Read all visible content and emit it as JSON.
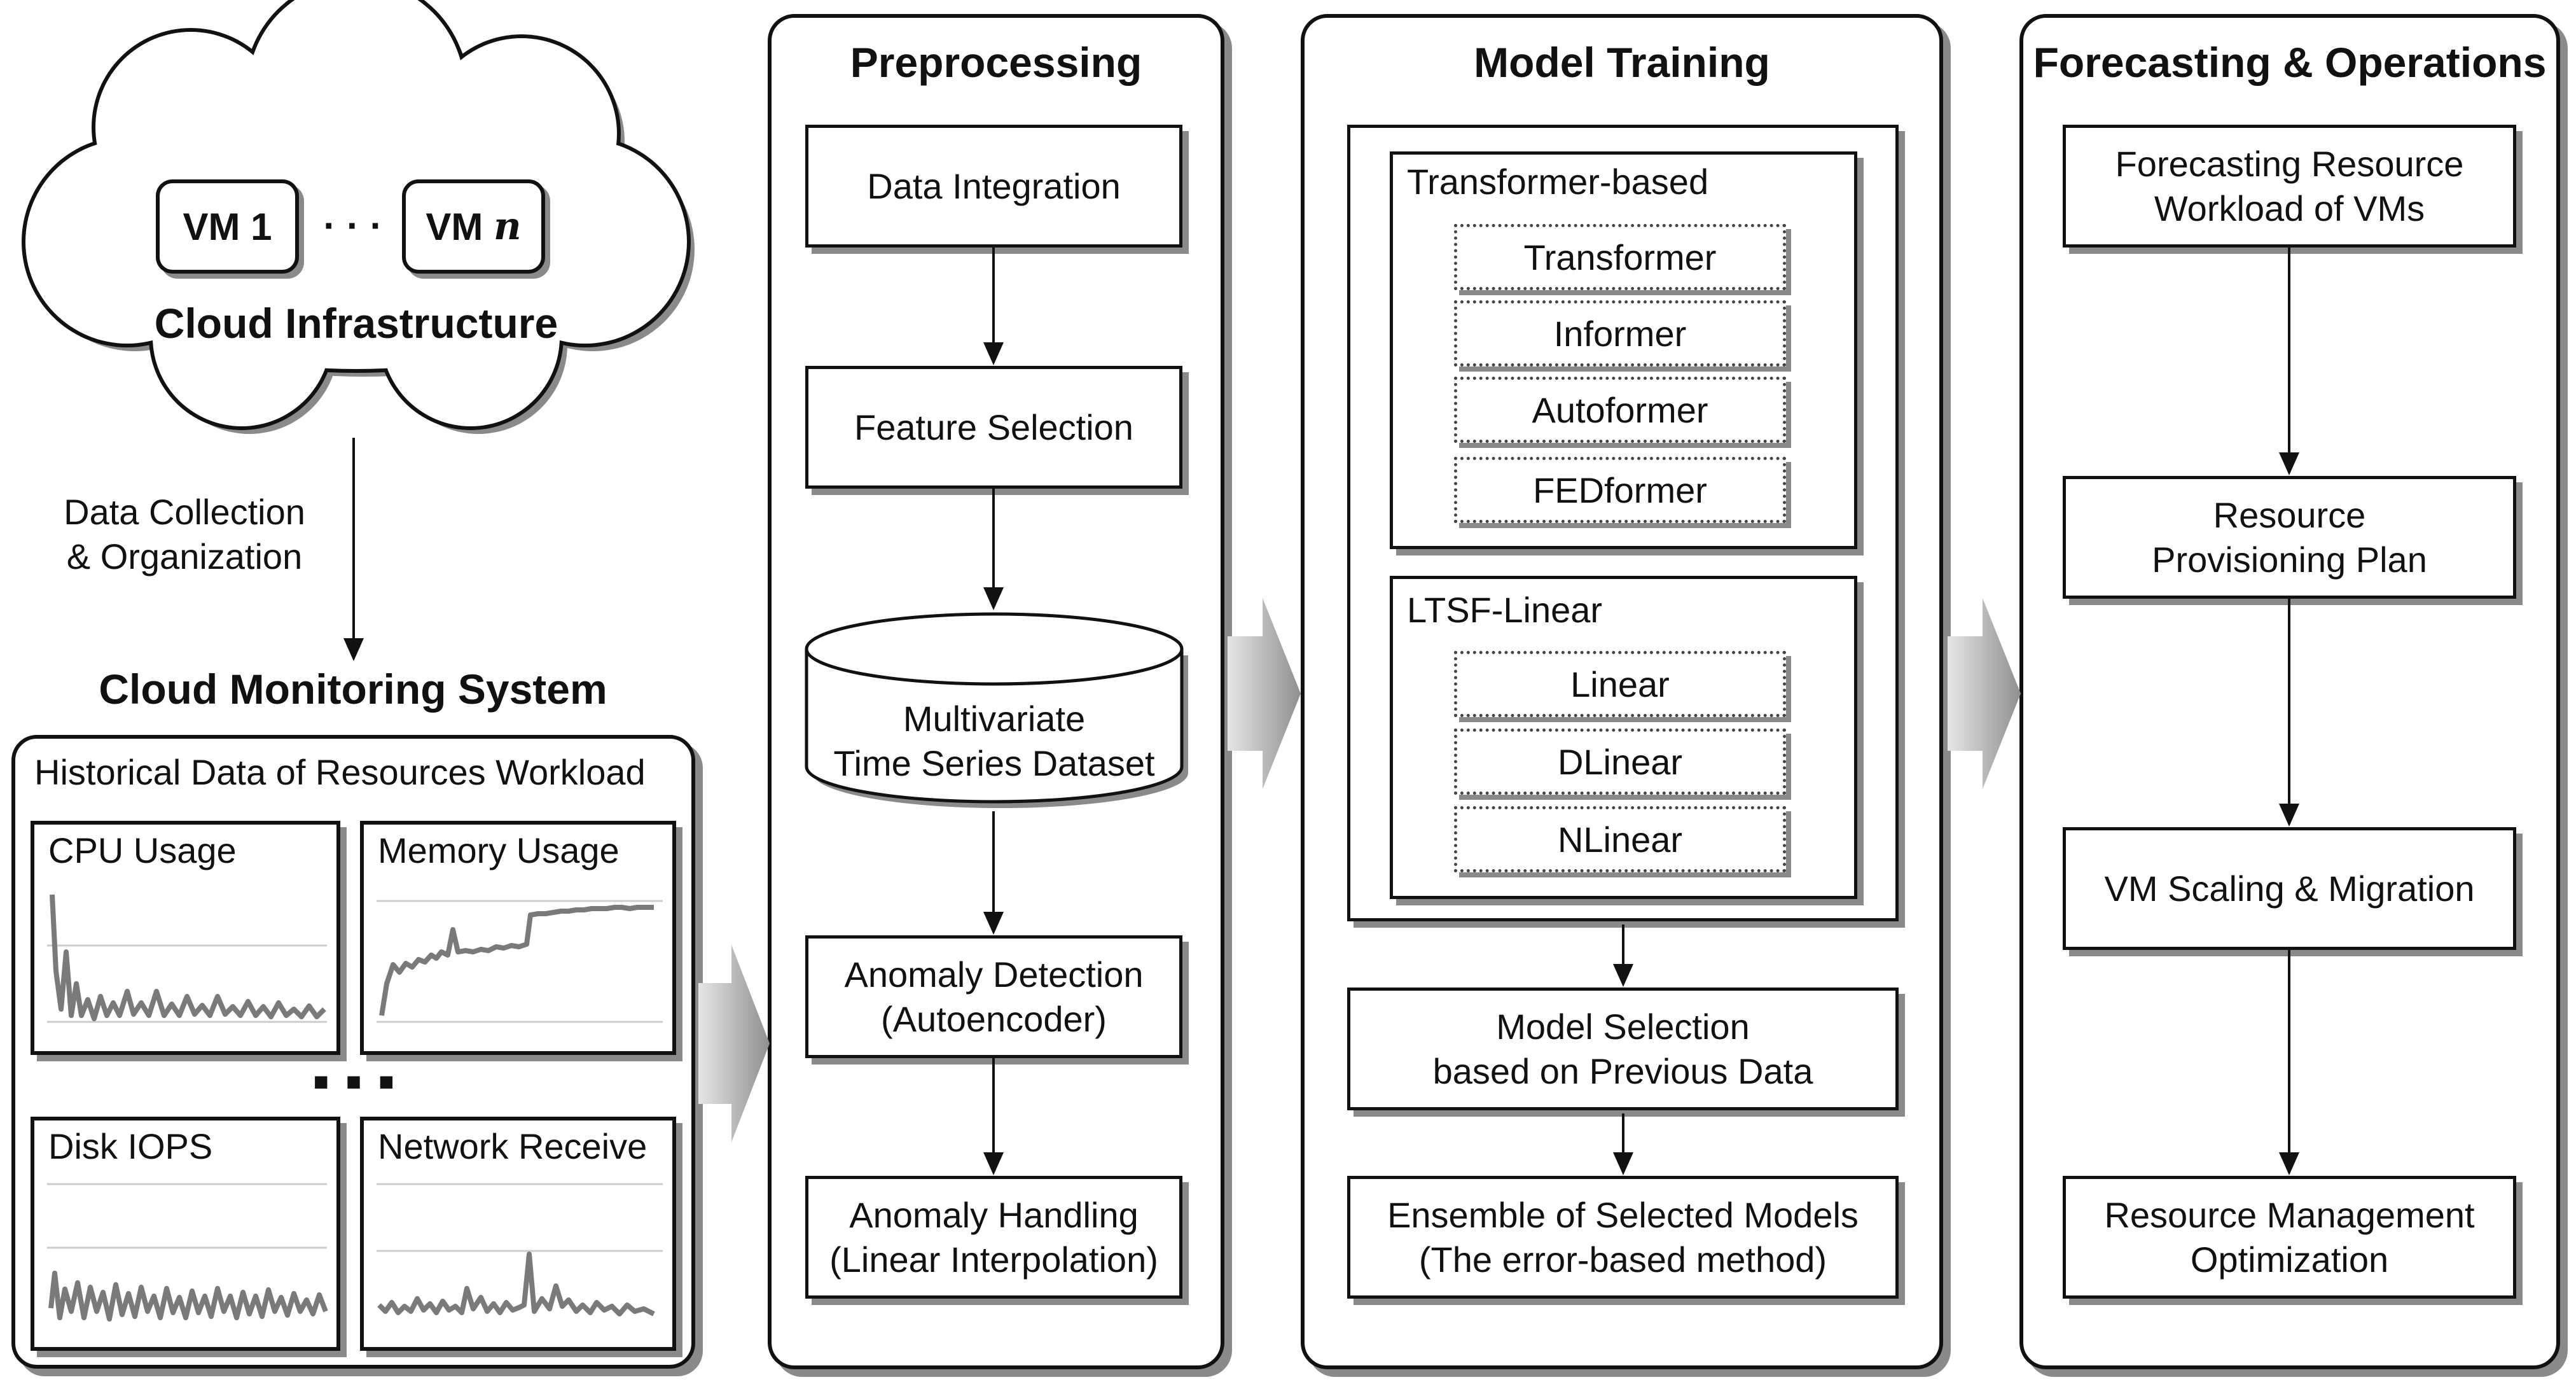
{
  "cloud": {
    "vm1": "VM 1",
    "dots": "· · ·",
    "vmn_prefix": "VM ",
    "vmn_var": "n",
    "title": "Cloud Infrastructure"
  },
  "collection_label": "Data Collection\n& Organization",
  "monitoring": {
    "title": "Cloud Monitoring System",
    "panel_title": "Historical Data of Resources Workload",
    "more": "■ ■ ■",
    "charts": [
      {
        "label": "CPU Usage"
      },
      {
        "label": "Memory Usage"
      },
      {
        "label": "Disk IOPS"
      },
      {
        "label": "Network Receive"
      }
    ]
  },
  "preprocessing": {
    "title": "Preprocessing",
    "steps": [
      "Data Integration",
      "Feature Selection",
      "Multivariate\nTime Series Dataset",
      "Anomaly Detection\n(Autoencoder)",
      "Anomaly Handling\n(Linear Interpolation)"
    ]
  },
  "training": {
    "title": "Model Training",
    "group1_label": "Transformer-based",
    "group1_models": [
      "Transformer",
      "Informer",
      "Autoformer",
      "FEDformer"
    ],
    "group2_label": "LTSF-Linear",
    "group2_models": [
      "Linear",
      "DLinear",
      "NLinear"
    ],
    "selection": "Model Selection\nbased on Previous Data",
    "ensemble": "Ensemble of Selected Models\n(The error-based method)"
  },
  "operations": {
    "title": "Forecasting & Operations",
    "steps": [
      "Forecasting Resource\nWorkload of VMs",
      "Resource\nProvisioning Plan",
      "VM Scaling & Migration",
      "Resource Management\nOptimization"
    ]
  },
  "colors": {
    "line": "#111111",
    "shadow": "#8a8a8a",
    "sparkline": "#7a7a7a"
  }
}
